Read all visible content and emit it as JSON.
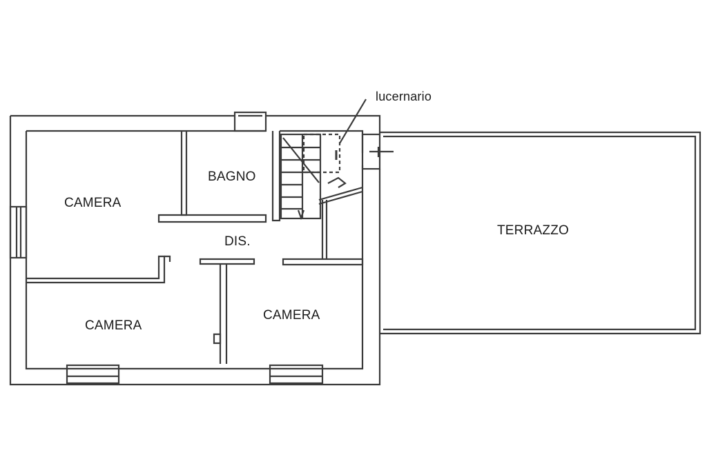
{
  "rooms": {
    "camera_top_left": "CAMERA",
    "bagno": "BAGNO",
    "dis": "DIS.",
    "camera_bottom_left": "CAMERA",
    "camera_bottom_right": "CAMERA",
    "terrazzo": "TERRAZZO"
  },
  "annotations": {
    "skylight": "lucernario"
  },
  "colors": {
    "line": "#3a3a3a",
    "background": "#ffffff"
  }
}
